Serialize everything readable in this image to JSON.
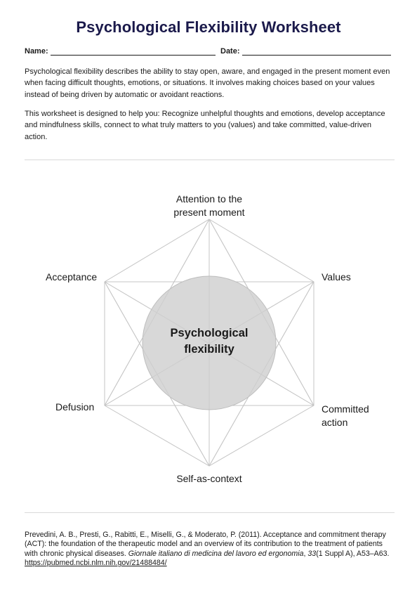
{
  "title": "Psychological Flexibility Worksheet",
  "fields": {
    "name_label": "Name:",
    "date_label": "Date:"
  },
  "intro": {
    "paragraph1": "Psychological flexibility describes the ability to stay open, aware, and engaged in the present moment even when facing difficult thoughts, emotions, or situations. It involves making choices based on your values instead of being driven by automatic or avoidant reactions.",
    "paragraph2": "This worksheet is designed to help you: Recognize unhelpful thoughts and emotions, develop acceptance and mindfulness skills, connect to what truly matters to you (values) and take committed, value-driven action."
  },
  "hexaflex": {
    "center_line1": "Psychological",
    "center_line2": "flexibility",
    "top_line1": "Attention to the",
    "top_line2": "present moment",
    "left_upper": "Acceptance",
    "right_upper": "Values",
    "left_lower": "Defusion",
    "right_lower_line1": "Committed",
    "right_lower_line2": "action",
    "bottom": "Self-as-context",
    "colors": {
      "circle_fill": "#d8d8d8",
      "circle_stroke": "#bdbdbd",
      "line": "#c4c4c4"
    }
  },
  "reference": {
    "authors_text": "Prevedini, A. B., Presti, G., Rabitti, E., Miselli, G., & Moderato, P. (2011). Acceptance and commitment therapy (ACT): the foundation of the therapeutic model and an overview of its contribution to the treatment of patients with chronic physical diseases. ",
    "journal": "Giornale italiano di medicina del lavoro ed ergonomia",
    "sep": ", ",
    "volume": "33",
    "issue_pages": "(1 Suppl A), A53–A63. ",
    "url": "https://pubmed.ncbi.nlm.nih.gov/21488484/"
  }
}
